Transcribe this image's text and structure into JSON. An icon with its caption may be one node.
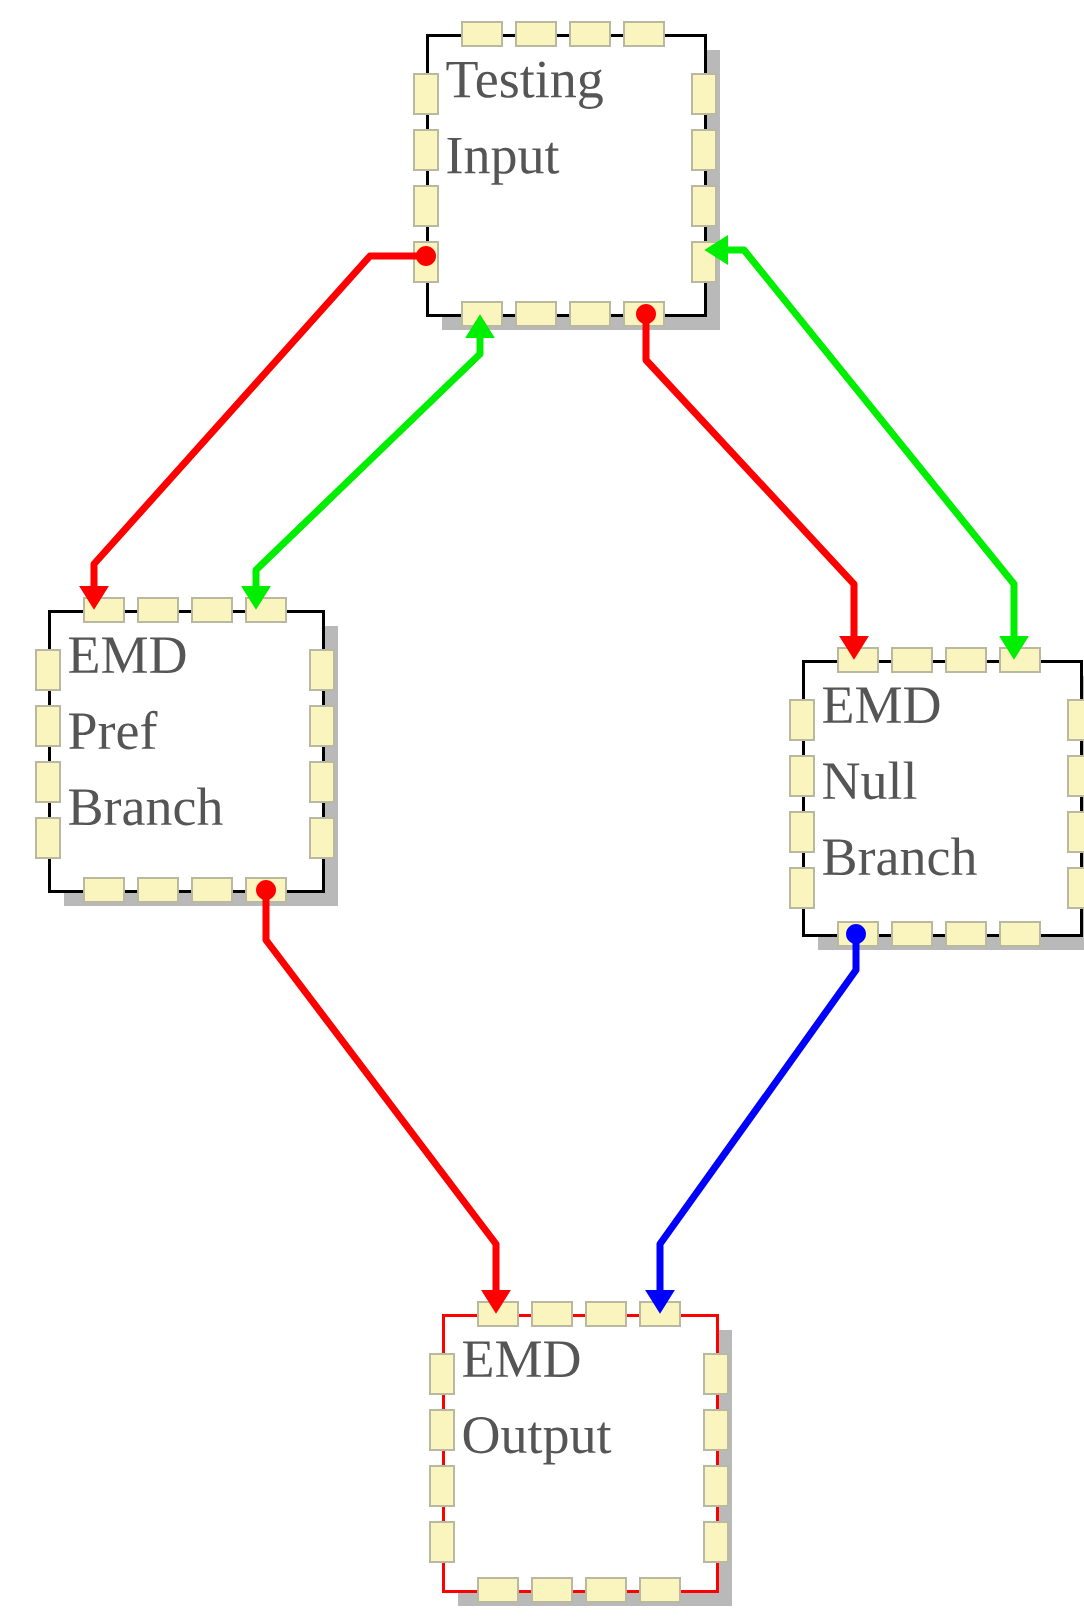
{
  "diagram": {
    "nodes": [
      {
        "text": [
          "Testing Input"
        ]
      },
      {
        "text": [
          "EMD Pref Branch"
        ]
      },
      {
        "text": [
          "EMD Null Branch"
        ]
      },
      {
        "text": [
          "EMD Output"
        ]
      }
    ],
    "edges": [
      {
        "from": 0,
        "to": 1,
        "arrow": "to",
        "color": "#ff0000"
      },
      {
        "from": 1,
        "to": 0,
        "arrow": "both",
        "color": "#00ee00"
      },
      {
        "from": 0,
        "to": 2,
        "arrow": "to",
        "color": "#ff0000"
      },
      {
        "from": 0,
        "to": 2,
        "arrow": "both",
        "color": "#00ee00"
      },
      {
        "from": 1,
        "to": 3,
        "arrow": "to",
        "color": "#ff0000"
      },
      {
        "from": 2,
        "to": 3,
        "arrow": "to",
        "color": "#0000ff"
      }
    ]
  }
}
